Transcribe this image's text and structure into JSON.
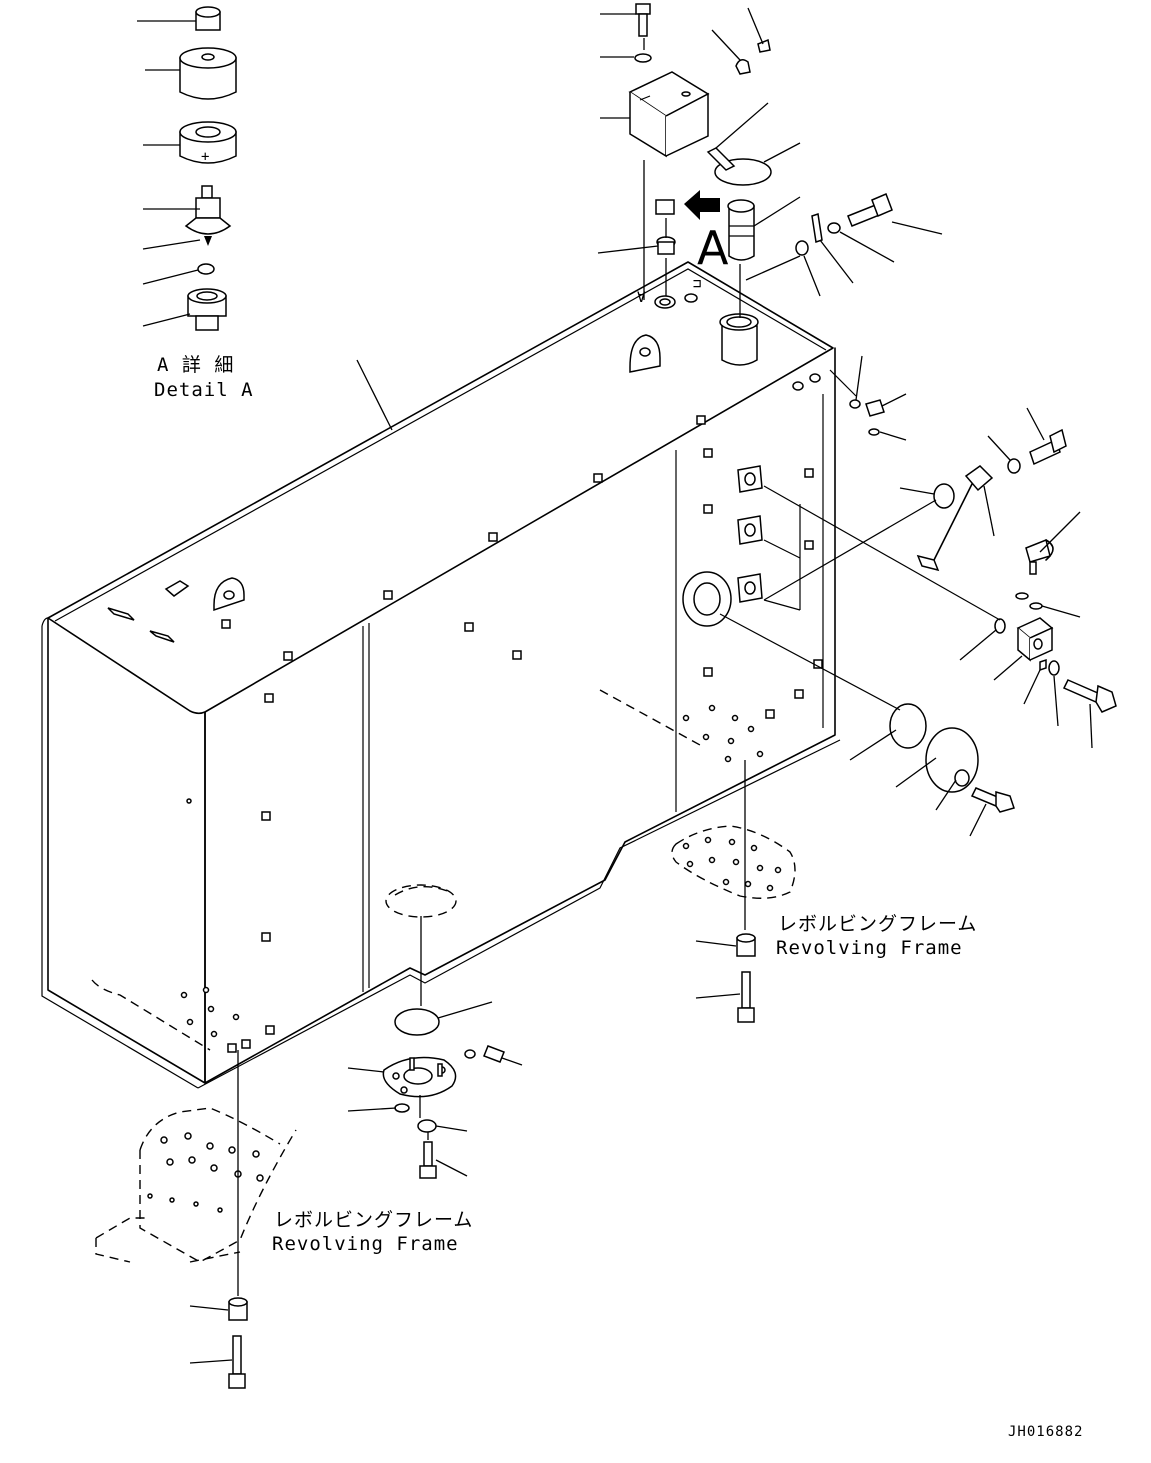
{
  "detail": {
    "view_letter": "A",
    "title_jp": "A 詳 細",
    "title_en": "Detail A"
  },
  "labels": {
    "frame_right_jp": "レボルビングフレーム",
    "frame_right_en": "Revolving Frame",
    "frame_left_jp": "レボルビングフレーム",
    "frame_left_en": "Revolving Frame"
  },
  "drawing_code": "JH016882"
}
